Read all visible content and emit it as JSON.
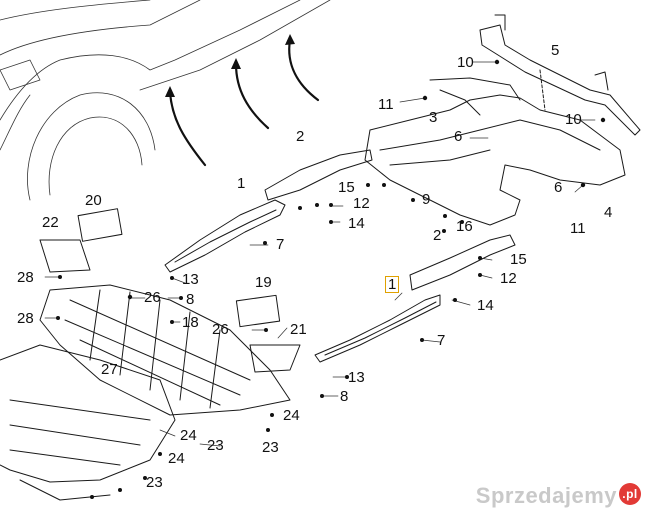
{
  "labels": [
    {
      "id": "p1a",
      "text": "1"
    },
    {
      "id": "p1b",
      "text": "1"
    },
    {
      "id": "p2a",
      "text": "2"
    },
    {
      "id": "p2b",
      "text": "2"
    },
    {
      "id": "p3",
      "text": "3"
    },
    {
      "id": "p4",
      "text": "4"
    },
    {
      "id": "p5",
      "text": "5"
    },
    {
      "id": "p6a",
      "text": "6"
    },
    {
      "id": "p6b",
      "text": "6"
    },
    {
      "id": "p7a",
      "text": "7"
    },
    {
      "id": "p7b",
      "text": "7"
    },
    {
      "id": "p8a",
      "text": "8"
    },
    {
      "id": "p8b",
      "text": "8"
    },
    {
      "id": "p9",
      "text": "9"
    },
    {
      "id": "p10a",
      "text": "10"
    },
    {
      "id": "p10b",
      "text": "10"
    },
    {
      "id": "p11a",
      "text": "11"
    },
    {
      "id": "p11b",
      "text": "11"
    },
    {
      "id": "p12a",
      "text": "12"
    },
    {
      "id": "p12b",
      "text": "12"
    },
    {
      "id": "p13a",
      "text": "13"
    },
    {
      "id": "p13b",
      "text": "13"
    },
    {
      "id": "p14a",
      "text": "14"
    },
    {
      "id": "p14b",
      "text": "14"
    },
    {
      "id": "p15a",
      "text": "15"
    },
    {
      "id": "p15b",
      "text": "15"
    },
    {
      "id": "p16",
      "text": "16"
    },
    {
      "id": "p18",
      "text": "18"
    },
    {
      "id": "p19",
      "text": "19"
    },
    {
      "id": "p20",
      "text": "20"
    },
    {
      "id": "p21",
      "text": "21"
    },
    {
      "id": "p22",
      "text": "22"
    },
    {
      "id": "p23a",
      "text": "23"
    },
    {
      "id": "p23b",
      "text": "23"
    },
    {
      "id": "p24a",
      "text": "24"
    },
    {
      "id": "p24b",
      "text": "24"
    },
    {
      "id": "p24c",
      "text": "24"
    },
    {
      "id": "p26a",
      "text": "26"
    },
    {
      "id": "p26b",
      "text": "26"
    },
    {
      "id": "p27",
      "text": "27"
    },
    {
      "id": "p28a",
      "text": "28"
    },
    {
      "id": "p28b",
      "text": "28"
    }
  ],
  "watermark": {
    "text": "Sprzedajemy",
    "badge": ".pl"
  },
  "colors": {
    "line": "#1a1a1a",
    "highlight": "#e0a100",
    "watermark": "#c9c9c9",
    "badge": "#e23a36"
  }
}
